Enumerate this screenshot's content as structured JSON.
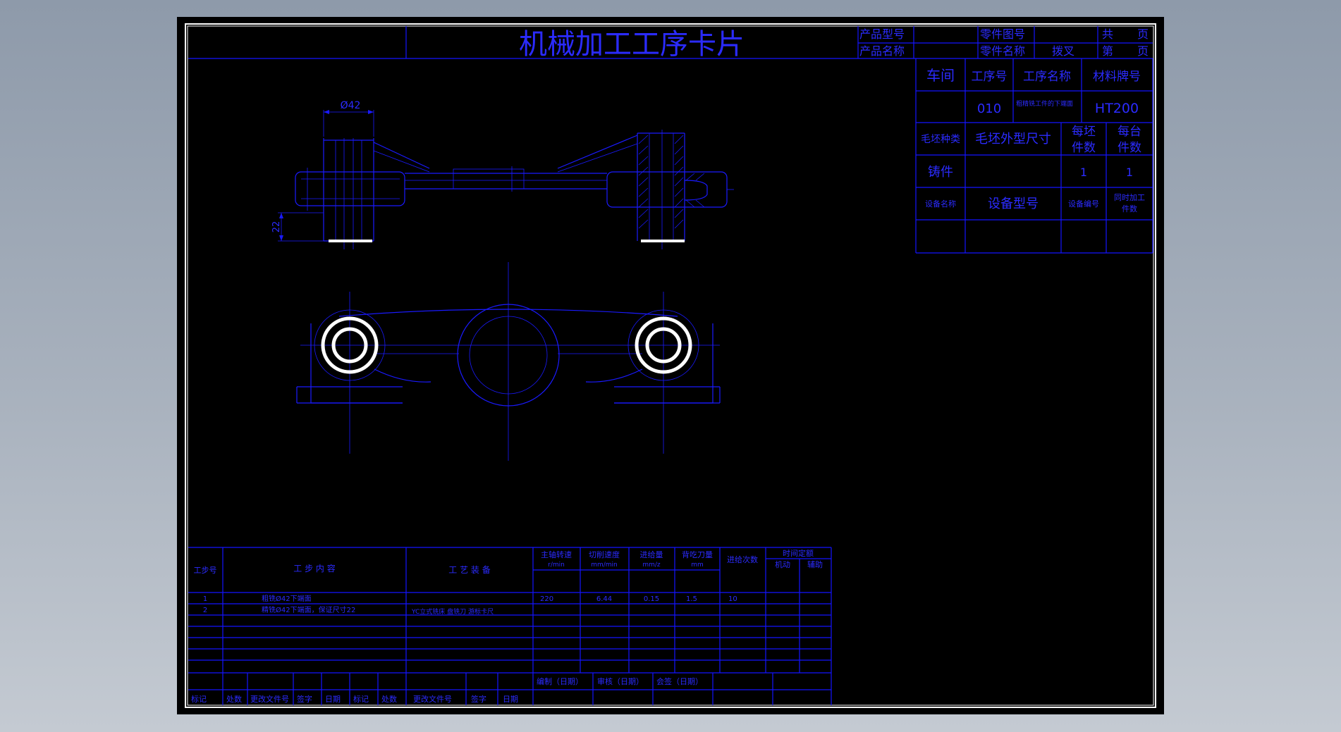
{
  "header": {
    "title": "机械加工工序卡片",
    "product_model_label": "产品型号",
    "product_name_label": "产品名称",
    "part_drawing_no_label": "零件图号",
    "part_name_label": "零件名称",
    "part_name_value": "拨叉",
    "total_label": "共",
    "page_unit": "页",
    "current_label": "第"
  },
  "info_table": {
    "workshop_label": "车间",
    "process_no_label": "工序号",
    "process_name_label": "工序名称",
    "material_label": "材料牌号",
    "process_no_value": "010",
    "process_name_value": "粗精铣工件的下端面",
    "material_value": "HT200",
    "blank_type_label": "毛坯种类",
    "blank_size_label": "毛坯外型尺寸",
    "parts_per_blank_label_1": "每坯",
    "parts_per_blank_label_2": "件数",
    "parts_per_unit_label_1": "每台",
    "parts_per_unit_label_2": "件数",
    "blank_type_value": "铸件",
    "parts_per_blank_value": "1",
    "parts_per_unit_value": "1",
    "equipment_name_label": "设备名称",
    "equipment_model_label": "设备型号",
    "equipment_no_label": "设备编号",
    "simultaneous_label_1": "同时加工",
    "simultaneous_label_2": "件数"
  },
  "drawing": {
    "dim_diameter": "Ø42",
    "dim_height": "22"
  },
  "steps_table": {
    "headers": {
      "step_no": "工步号",
      "step_content": "工 步 内 容",
      "equipment": "工 艺 装 备",
      "spindle_speed": "主轴转速",
      "spindle_speed_unit": "r/min",
      "cutting_speed": "切削速度",
      "cutting_speed_unit": "mm/min",
      "feed": "进给量",
      "feed_unit": "mm/z",
      "depth": "背吃刀量",
      "depth_unit": "mm",
      "passes": "进给次数",
      "time_quota": "时间定额",
      "machine_time": "机动",
      "aux_time": "辅助"
    },
    "rows": [
      {
        "no": "1",
        "content": "粗铣Ø42下端面"
      },
      {
        "no": "2",
        "content": "精铣Ø42下端面，保证尺寸22"
      }
    ],
    "equipment_value": "YC立式铣床 盘铣刀 游标卡尺",
    "row1_values": [
      "220",
      "6.44",
      "0.15",
      "1.5",
      "10"
    ]
  },
  "sign": {
    "compile": "编制（日期）",
    "review": "审核（日期）",
    "countersign": "会签（日期）",
    "mark": "标记",
    "count": "处数",
    "change_doc": "更改文件号",
    "signature": "签字",
    "date": "日期"
  },
  "colors": {
    "line": "#1414ff",
    "text": "#2b2bff",
    "highlight": "#ffffff",
    "paper": "#000000"
  }
}
